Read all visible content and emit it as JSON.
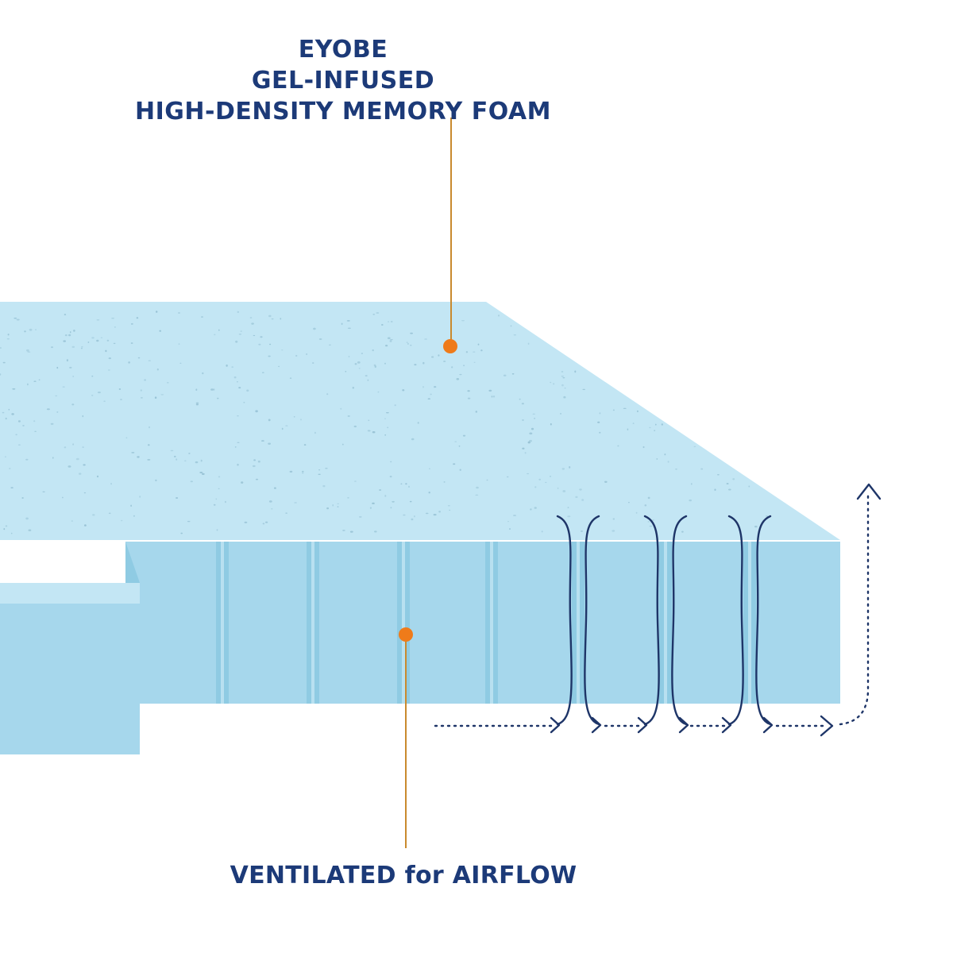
{
  "labels": {
    "title_lines": [
      "EYOBE",
      "GEL-INFUSED",
      "HIGH-DENSITY MEMORY FOAM"
    ],
    "bottom": "VENTILATED for AIRFLOW"
  },
  "colors": {
    "text": "#1c3a78",
    "leader": "#c98a2e",
    "dot": "#ef7b1a",
    "arrow": "#1e3568",
    "foam_top": "#c3e6f4",
    "foam_front": "#a6d7ec",
    "foam_channel": "#8fcbe3",
    "foam_speck": "#8bb8cc"
  },
  "icons": {
    "title_marker": "orange-dot-marker",
    "vent_marker": "orange-dot-marker",
    "airflow": "dotted-arrow-icon"
  }
}
